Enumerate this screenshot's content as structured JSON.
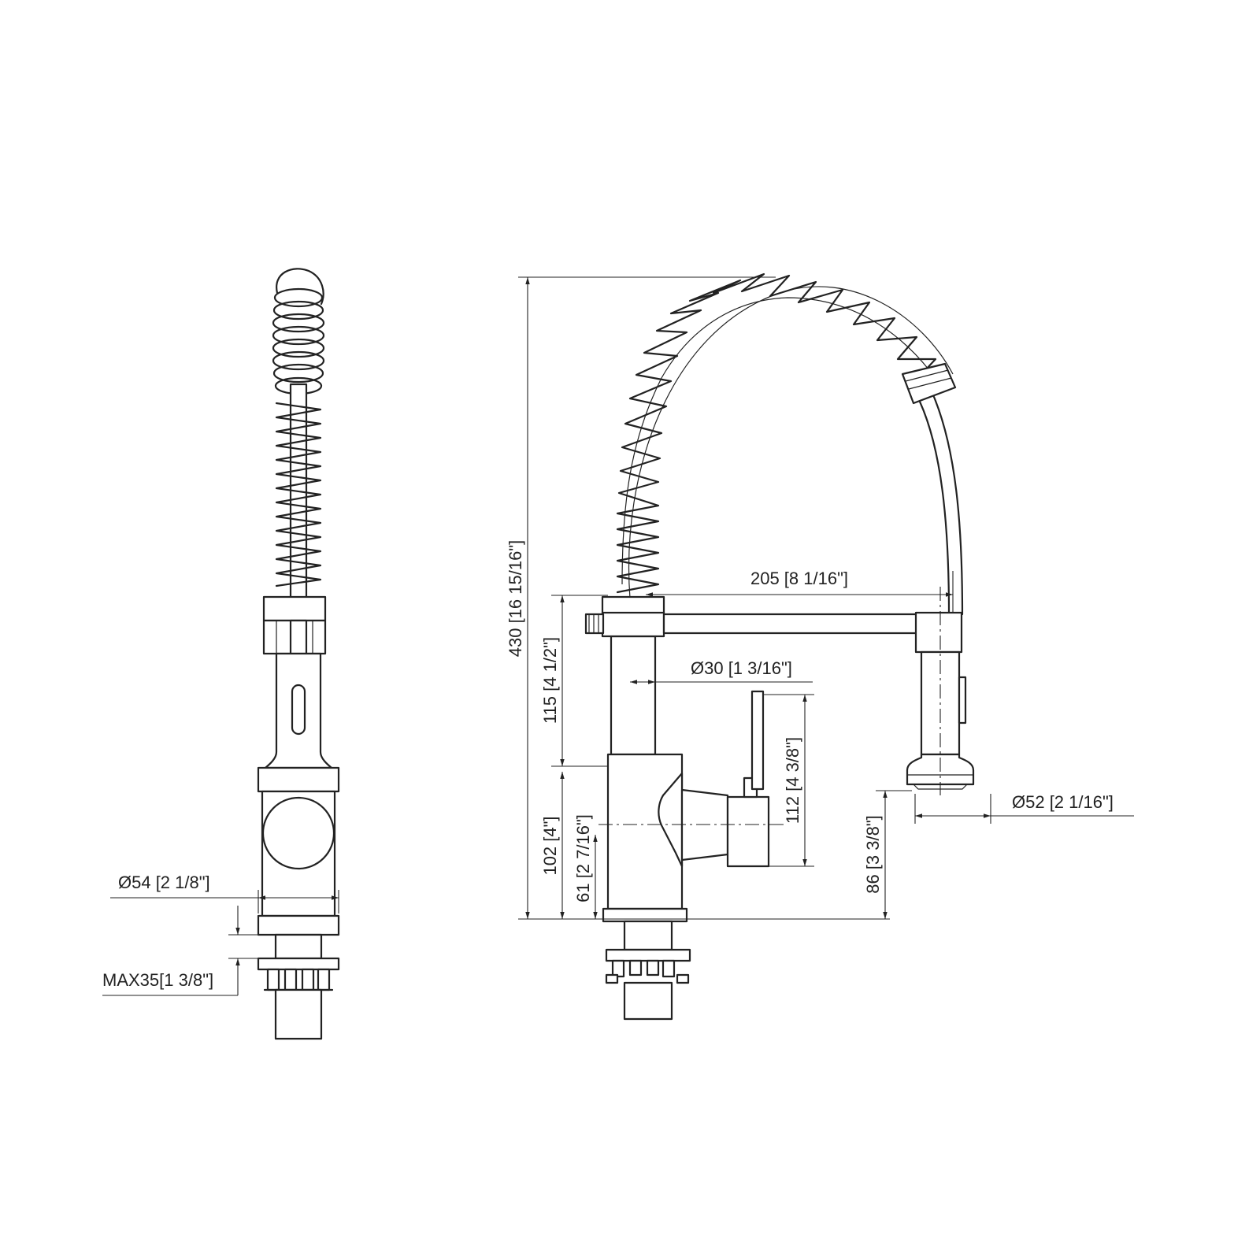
{
  "dimensions": {
    "side_base_diameter": "Ø54 [2 1/8\"]",
    "side_max_deck": "MAX35[1 3/8\"]",
    "total_height": "430 [16 15/16\"]",
    "reach": "205 [8 1/16\"]",
    "spout_diameter": "Ø30 [1 3/16\"]",
    "upper_body_height": "115 [4 1/2\"]",
    "lower_body_height": "102 [4\"]",
    "handle_axis_height": "61 [2 7/16\"]",
    "handle_height": "112 [4 3/8\"]",
    "sprayer_height": "86 [3 3/8\"]",
    "sprayer_diameter": "Ø52 [2 1/16\"]"
  }
}
